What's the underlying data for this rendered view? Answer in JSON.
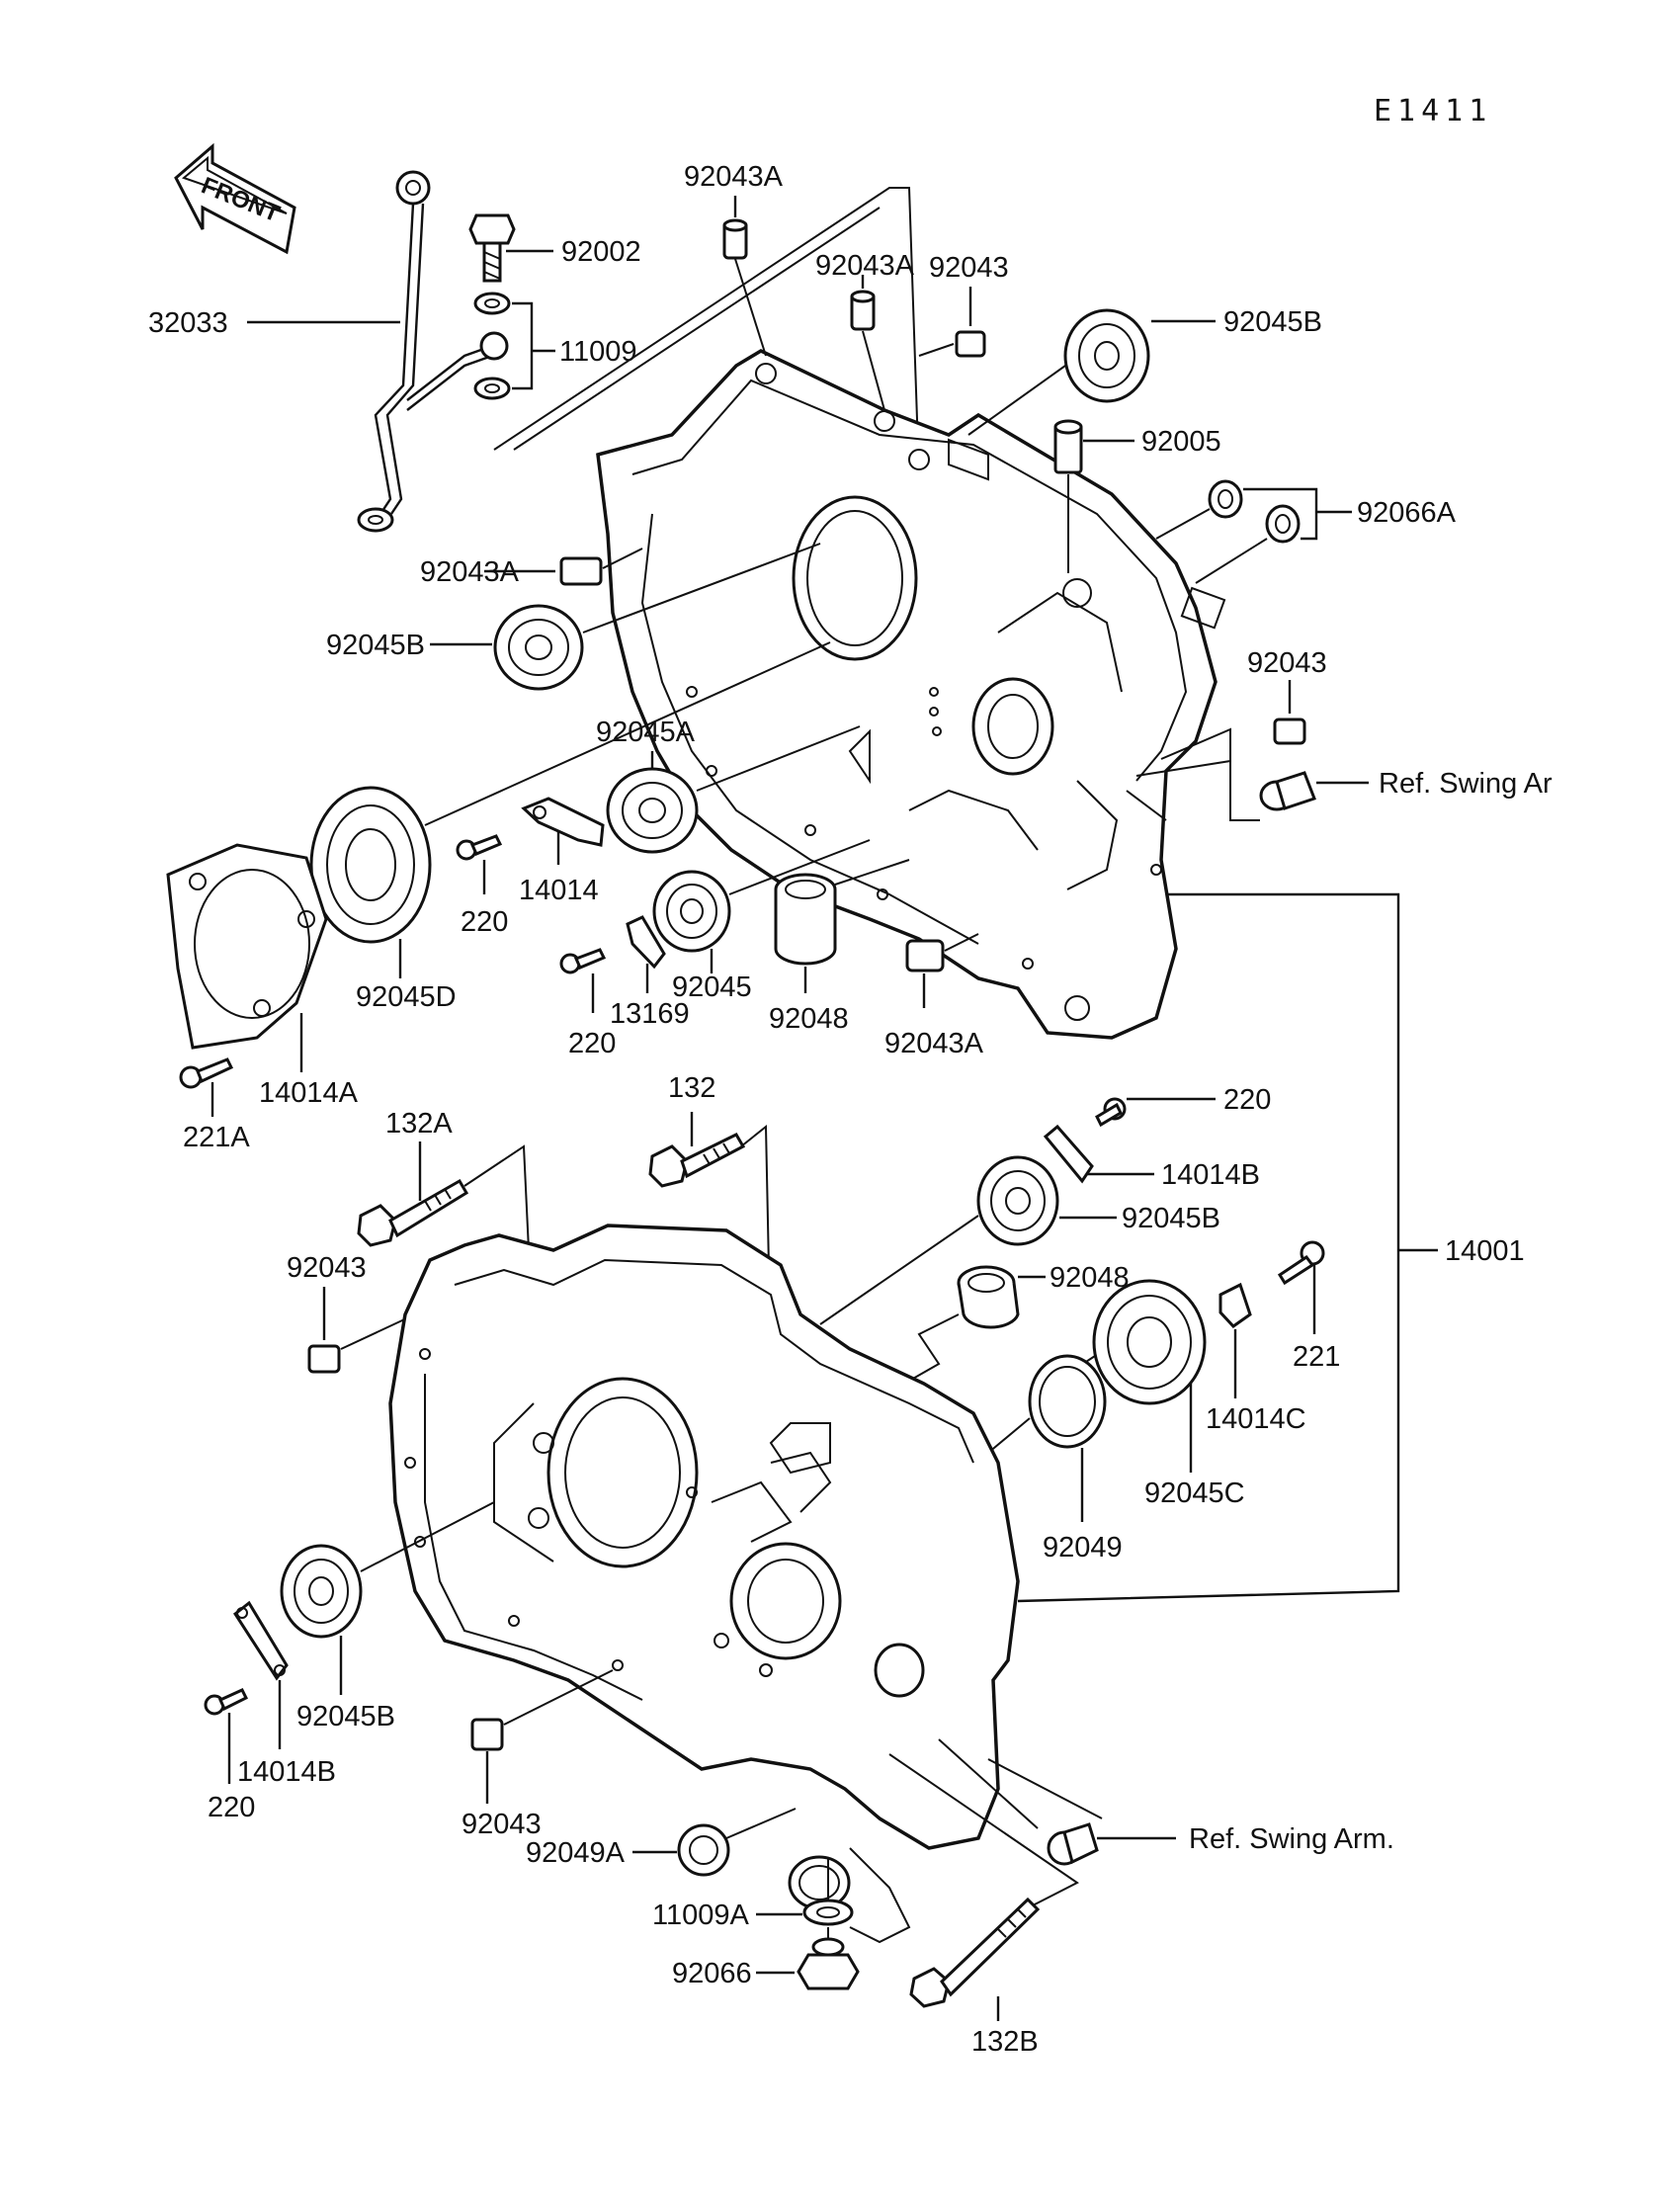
{
  "diagram_code": "E1411",
  "front_label": "FRONT",
  "labels": {
    "l32033": "32033",
    "l92002": "92002",
    "l11009": "11009",
    "l92043A_top": "92043A",
    "l92043A_mid": "92043A",
    "l92043_top": "92043",
    "l92045B_top": "92045B",
    "l92005": "92005",
    "l92066A": "92066A",
    "l92043A_left": "92043A",
    "l92045B_left": "92045B",
    "l92043_right": "92043",
    "ref_swing_upper": "Ref. Swing Ar",
    "l92045A": "92045A",
    "l14014": "14014",
    "l220_a": "220",
    "l92045D": "92045D",
    "l92045": "92045",
    "l13169": "13169",
    "l220_b": "220",
    "l92048_top": "92048",
    "l92043A_bot": "92043A",
    "l14014A": "14014A",
    "l221A": "221A",
    "l132": "132",
    "l132A": "132A",
    "l220_c": "220",
    "l14014B_top": "14014B",
    "l92045B_mid": "92045B",
    "l14001": "14001",
    "l92043_left": "92043",
    "l92048_mid": "92048",
    "l221": "221",
    "l14014C": "14014C",
    "l92045C": "92045C",
    "l92049": "92049",
    "l92045B_bot": "92045B",
    "l14014B_bot": "14014B",
    "l220_d": "220",
    "l92043_bot": "92043",
    "ref_swing_lower": "Ref. Swing Arm.",
    "l92049A": "92049A",
    "l11009A": "11009A",
    "l92066": "92066",
    "l132B": "132B"
  }
}
